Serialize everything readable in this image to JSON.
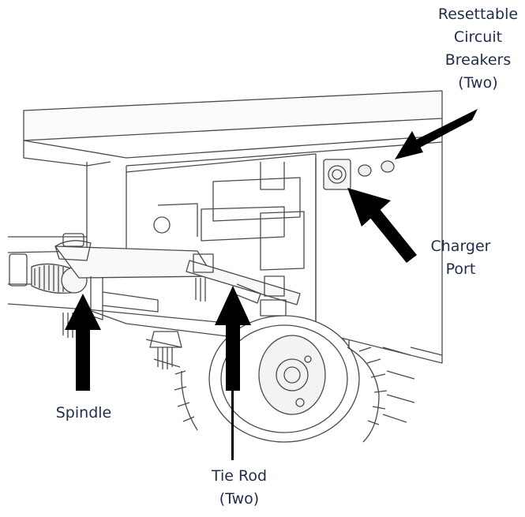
{
  "labels": {
    "breakers": [
      "Resettable",
      "Circuit",
      "Breakers",
      "(Two)"
    ],
    "charger": [
      "Charger",
      "Port"
    ],
    "spindle": [
      "Spindle"
    ],
    "tie_rod": [
      "Tie Rod",
      "(Two)"
    ]
  },
  "colors": {
    "label_text": "#1f2d4a",
    "arrow": "#000000",
    "line_art": "#4a4a4a"
  }
}
